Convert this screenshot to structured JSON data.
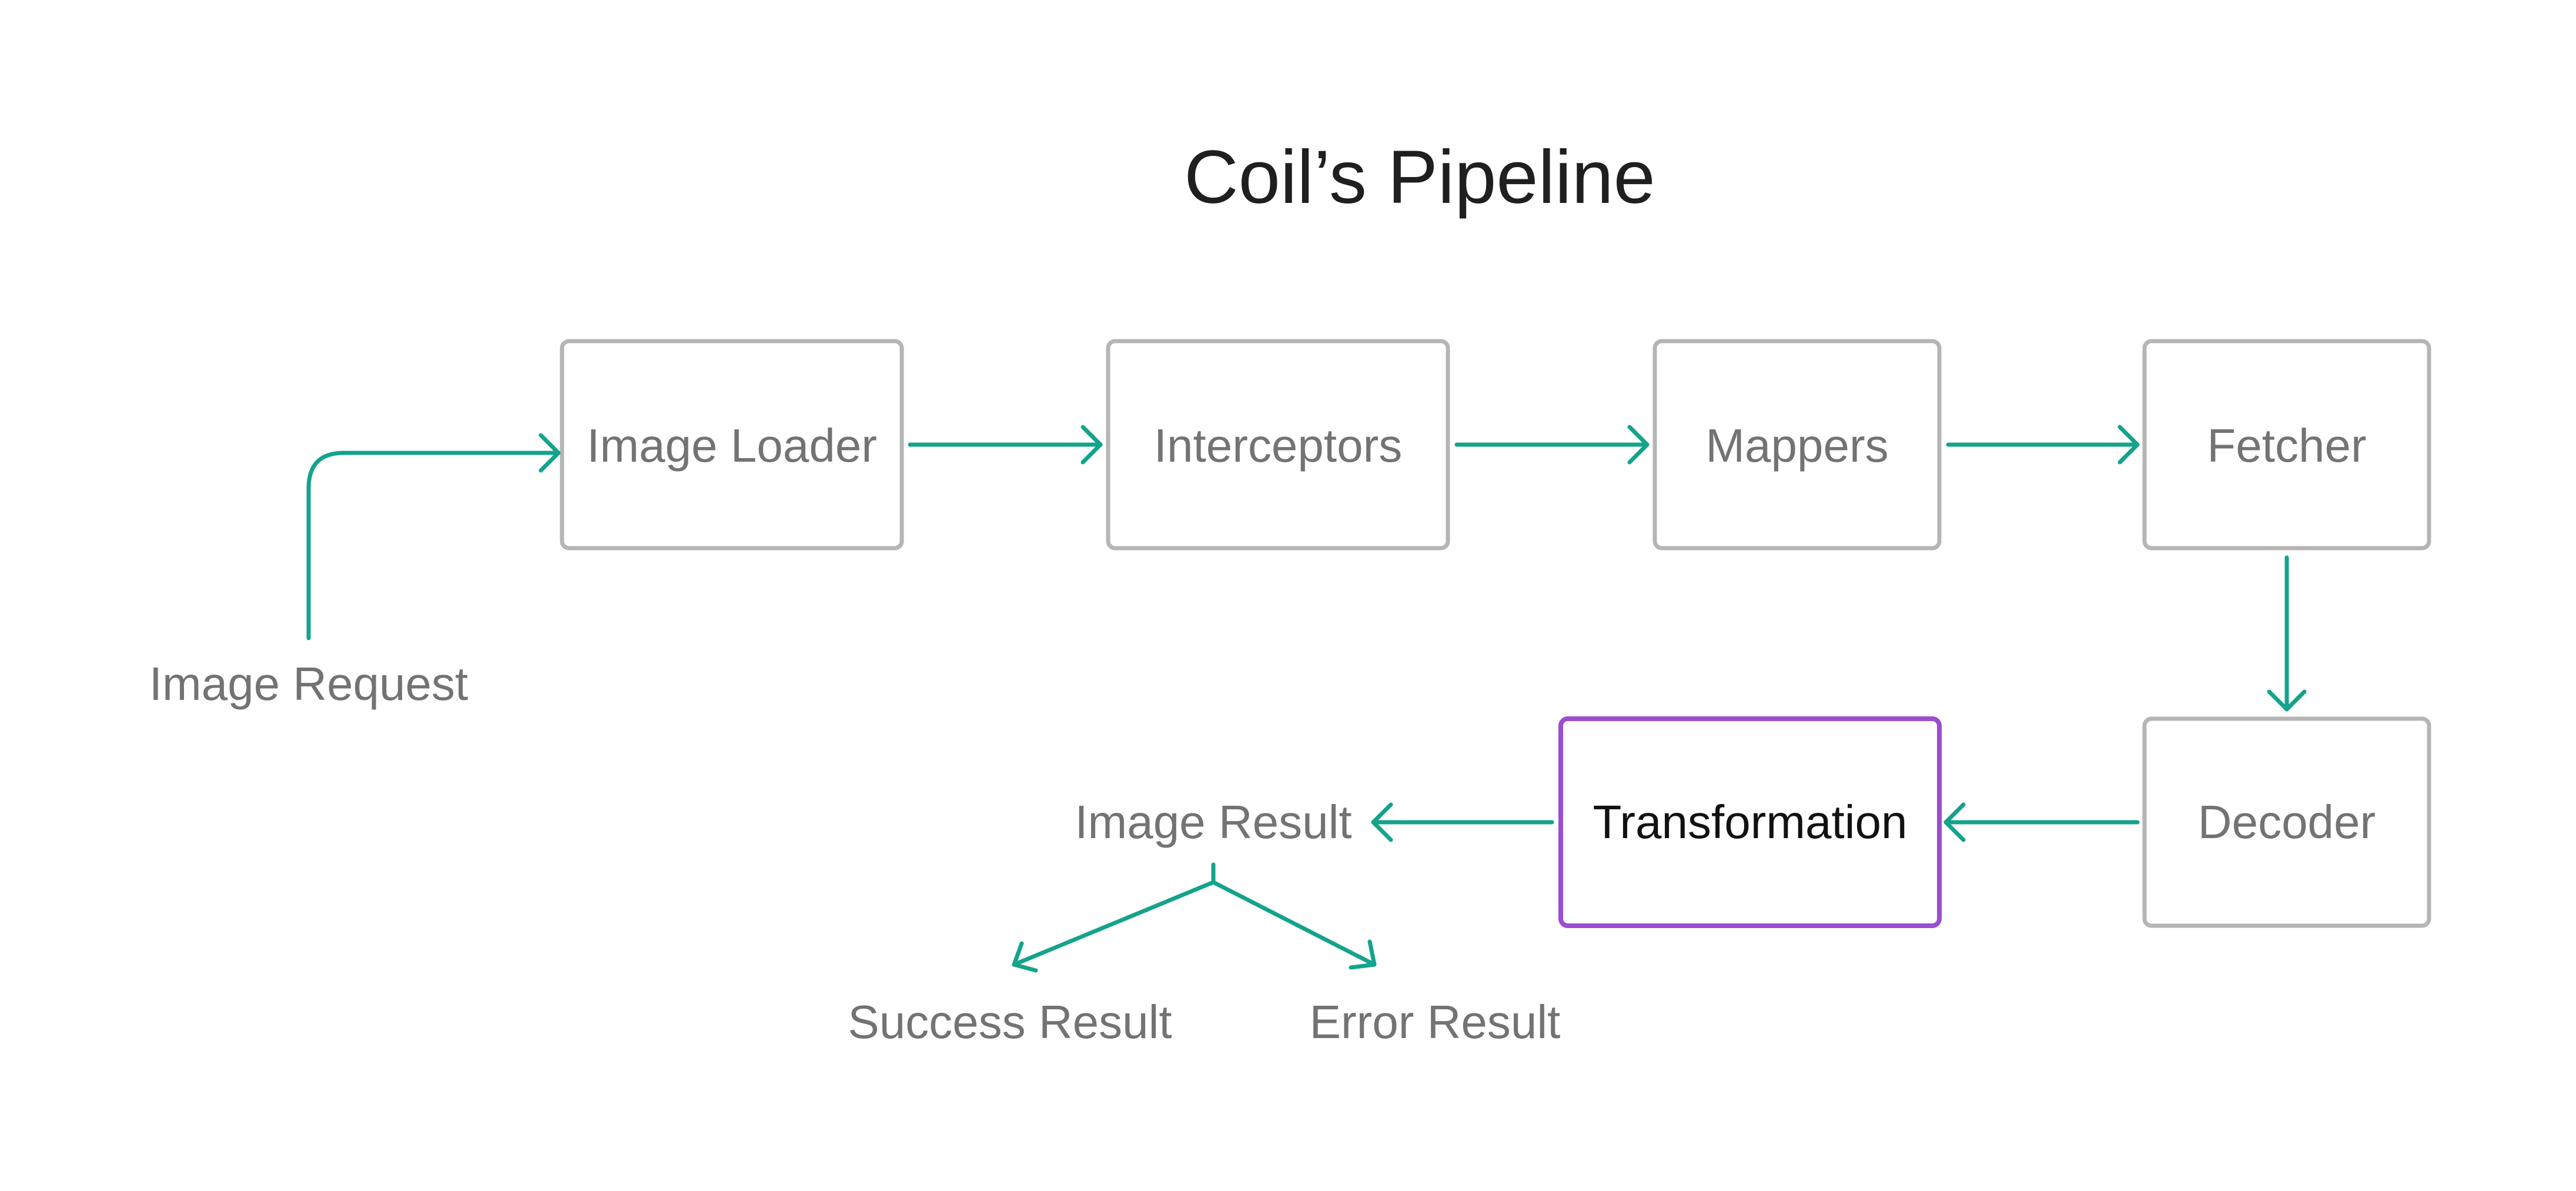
{
  "title": "Coil’s Pipeline",
  "colors": {
    "arrow": "#14a38b",
    "box_border": "#b5b5b5",
    "highlight_border": "#9b4dd0",
    "label": "#737373",
    "highlight_label": "#111111",
    "title": "#1f1f1f"
  },
  "nodes": {
    "image_loader": {
      "label": "Image Loader"
    },
    "interceptors": {
      "label": "Interceptors"
    },
    "mappers": {
      "label": "Mappers"
    },
    "fetcher": {
      "label": "Fetcher"
    },
    "decoder": {
      "label": "Decoder"
    },
    "transformation": {
      "label": "Transformation",
      "highlighted": true
    }
  },
  "labels": {
    "image_request": "Image Request",
    "image_result": "Image Result",
    "success_result": "Success Result",
    "error_result": "Error Result"
  }
}
